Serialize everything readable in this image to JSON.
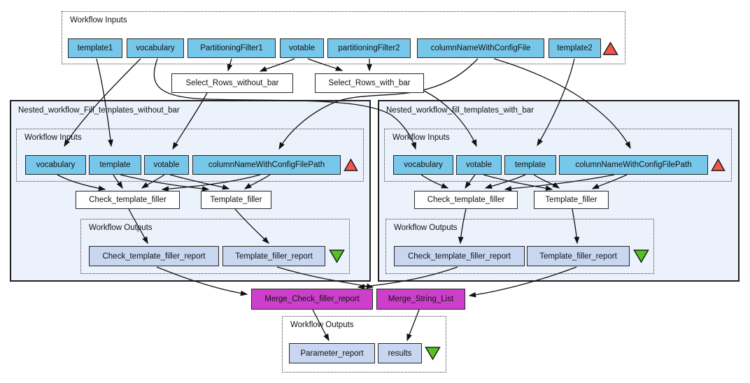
{
  "top_inputs": {
    "label": "Workflow Inputs",
    "nodes": [
      "template1",
      "vocabulary",
      "PartitioningFilter1",
      "votable",
      "partitioningFilter2",
      "columnNameWithConfigFile",
      "template2"
    ]
  },
  "selectors": [
    "Select_Rows_without_bar",
    "Select_Rows_with_bar"
  ],
  "nested_left": {
    "title": "Nested_workflow_Fill_templates_without_bar",
    "inputs_label": "Workflow Inputs",
    "inputs": [
      "vocabulary",
      "template",
      "votable",
      "columnNameWithConfigFilePath"
    ],
    "processors": [
      "Check_template_filler",
      "Template_filler"
    ],
    "outputs_label": "Workflow Outputs",
    "outputs": [
      "Check_template_filler_report",
      "Template_filler_report"
    ]
  },
  "nested_right": {
    "title": "Nested_workflow_fill_templates_with_bar",
    "inputs_label": "Workflow Inputs",
    "inputs": [
      "vocabulary",
      "votable",
      "template",
      "columnNameWithConfigFilePath"
    ],
    "processors": [
      "Check_template_filler",
      "Template_filler"
    ],
    "outputs_label": "Workflow Outputs",
    "outputs": [
      "Check_template_filler_report",
      "Template_filler_report"
    ]
  },
  "merges": [
    "Merge_Check_filler_report",
    "Merge_String_List"
  ],
  "bottom_outputs": {
    "label": "Workflow Outputs",
    "nodes": [
      "Parameter_report",
      "results"
    ]
  },
  "icons": {
    "workflow_input_marker": "red-up-triangle",
    "workflow_output_marker": "green-down-triangle"
  },
  "colors": {
    "input_node": "#76C7E9",
    "output_node": "#C8D6F0",
    "merge_node": "#CB3FCB",
    "nested_bg": "#EBF2FC",
    "alert_red": "#F9544A",
    "alert_green": "#54C41C"
  }
}
